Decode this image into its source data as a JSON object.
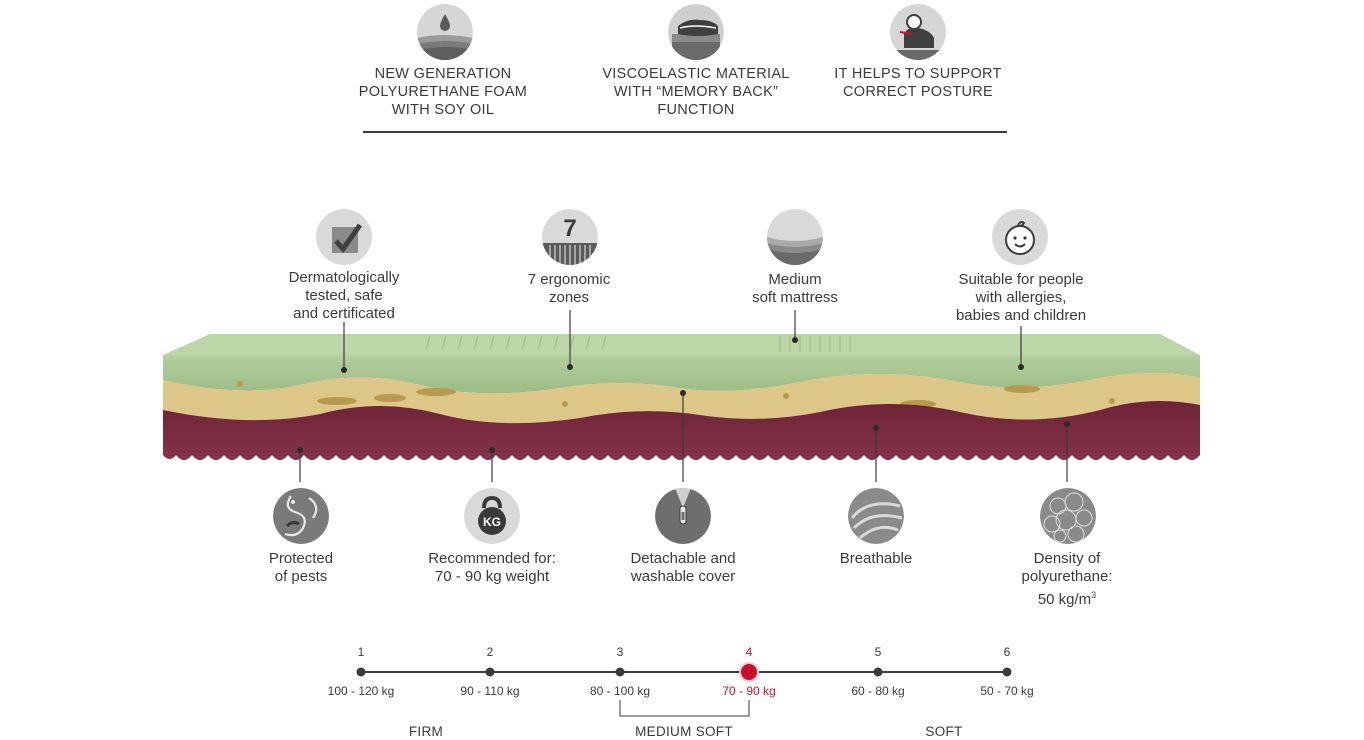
{
  "top_features": [
    {
      "icon": "foam-drop-icon",
      "label": "NEW GENERATION\nPOLYURETHANE FOAM\nWITH SOY OIL"
    },
    {
      "icon": "memory-hand-icon",
      "label": "VISCOELASTIC MATERIAL\nWITH “MEMORY BACK”\nFUNCTION"
    },
    {
      "icon": "posture-icon",
      "label": "IT HELPS TO SUPPORT\nCORRECT POSTURE"
    }
  ],
  "upper_features": [
    {
      "icon": "checkmark-icon",
      "label": "Dermatologically\ntested, safe\nand certificated"
    },
    {
      "icon": "seven-zones-icon",
      "icon_text": "7",
      "label": "7 ergonomic\nzones"
    },
    {
      "icon": "layers-icon",
      "label": "Medium\nsoft mattress"
    },
    {
      "icon": "baby-face-icon",
      "label": "Suitable for people\nwith allergies,\nbabies and children"
    }
  ],
  "lower_features": [
    {
      "icon": "pest-icon",
      "label": "Protected\nof pests"
    },
    {
      "icon": "kettlebell-icon",
      "icon_text": "KG",
      "label": "Recommended for:\n70 - 90 kg weight"
    },
    {
      "icon": "zipper-icon",
      "label": "Detachable and\nwashable cover"
    },
    {
      "icon": "breathable-icon",
      "label": "Breathable"
    },
    {
      "icon": "density-icon",
      "label": "Density of\npolyurethane:\n50 kg/m",
      "label_sup": "3"
    }
  ],
  "firmness_scale": {
    "active_level": 4,
    "accent_color": "#c8102e",
    "levels": [
      {
        "number": "1",
        "weight": "100 - 120 kg"
      },
      {
        "number": "2",
        "weight": "90 - 110 kg"
      },
      {
        "number": "3",
        "weight": "80 - 100 kg"
      },
      {
        "number": "4",
        "weight": "70 - 90 kg"
      },
      {
        "number": "5",
        "weight": "60 - 80 kg"
      },
      {
        "number": "6",
        "weight": "50 - 70 kg"
      }
    ],
    "categories": [
      "FIRM",
      "MEDIUM SOFT",
      "SOFT"
    ]
  },
  "colors": {
    "green_layer": "#a7c490",
    "yellow_layer": "#dcc688",
    "burgundy_layer": "#7a2b3c",
    "icon_gray": "#8a8a8a"
  }
}
